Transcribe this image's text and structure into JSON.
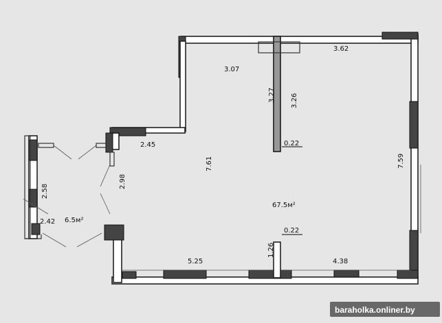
{
  "dimensions": {
    "d_307": "3.07",
    "d_362": "3.62",
    "d_327": "3.27",
    "d_326": "3.26",
    "d_022_top": "0.22",
    "d_245": "2.45",
    "d_761": "7.61",
    "d_759": "7.59",
    "d_298": "2.98",
    "d_258": "2.58",
    "d_242": "2.42",
    "d_022_bottom": "0.22",
    "d_126": "1.26",
    "d_525": "5.25",
    "d_438": "4.38"
  },
  "areas": {
    "main": "67.5м²",
    "balcony": "6.5м²"
  },
  "watermark": "baraholka.onliner.by",
  "colors": {
    "background": "#e6e6e6",
    "wall": "#222222",
    "watermark_bg": "#000000"
  }
}
